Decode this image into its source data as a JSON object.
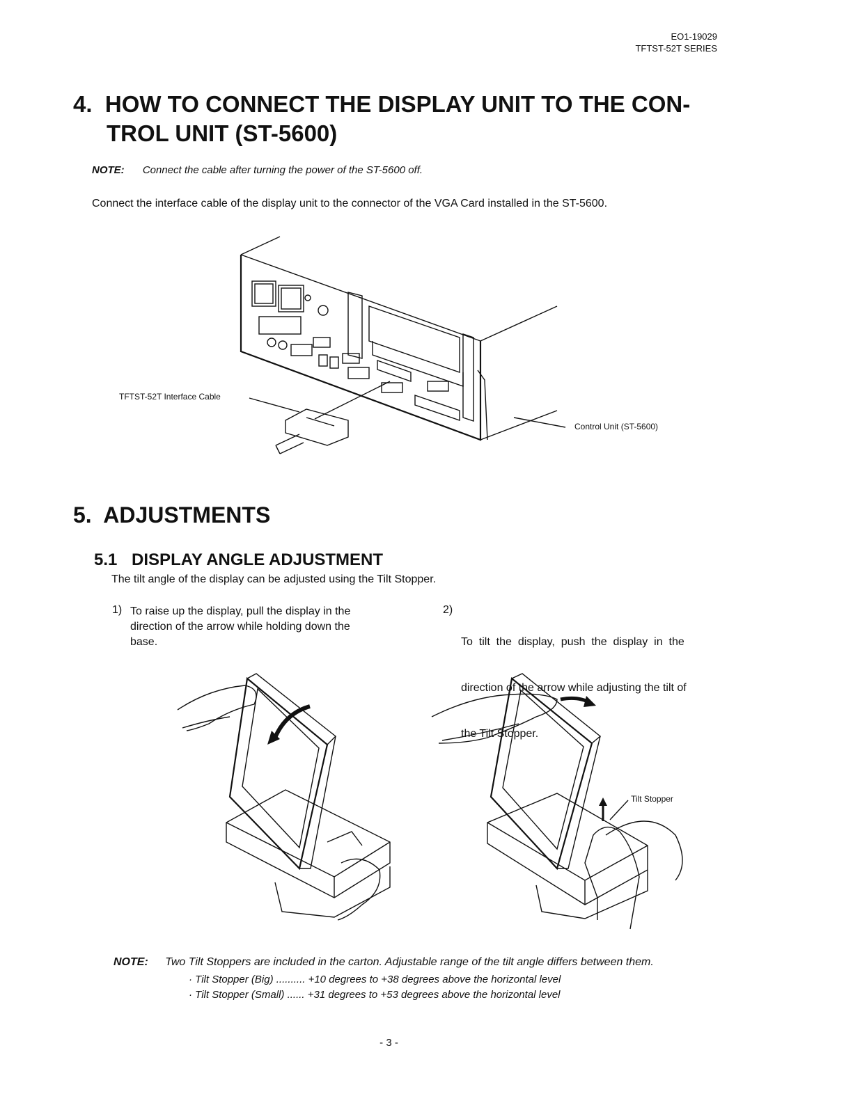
{
  "header": {
    "doc_code": "EO1-19029",
    "series": "TFTST-52T SERIES"
  },
  "section4": {
    "title_line1": "4.  HOW TO CONNECT THE DISPLAY UNIT TO THE CON-",
    "title_line2": "TROL UNIT (ST-5600)",
    "note_label": "NOTE:",
    "note_text": "Connect the cable after turning the power of the ST-5600 off.",
    "body": "Connect the interface cable of the display unit to the connector of the VGA Card installed in the ST-5600.",
    "figure": {
      "label_cable": "TFTST-52T Interface Cable",
      "label_unit": "Control Unit (ST-5600)"
    }
  },
  "section5": {
    "title": "5.  ADJUSTMENTS",
    "sub_num": "5.1",
    "sub_title": "DISPLAY ANGLE ADJUSTMENT",
    "intro": "The tilt angle of the display can be adjusted using the Tilt Stopper.",
    "steps": [
      {
        "num": "1)",
        "line1": "To raise up the display, pull the display in the",
        "line2": "direction of the arrow while holding down the",
        "line3": "base."
      },
      {
        "num": "2)",
        "line1": "To  tilt  the  display,  push  the  display  in  the",
        "line2": "direction of the arrow while adjusting the tilt of",
        "line3": "the Tilt Stopper."
      }
    ],
    "figure_label": "Tilt Stopper",
    "note_label": "NOTE:",
    "note_text": "Two Tilt Stoppers are included in the carton. Adjustable range of the tilt angle differs between them.",
    "bullets": [
      "· Tilt Stopper (Big) .......... +10 degrees to +38 degrees above the horizontal level",
      "· Tilt Stopper (Small) ...... +31 degrees to +53 degrees above the horizontal level"
    ]
  },
  "footer": {
    "page": "- 3 -"
  }
}
